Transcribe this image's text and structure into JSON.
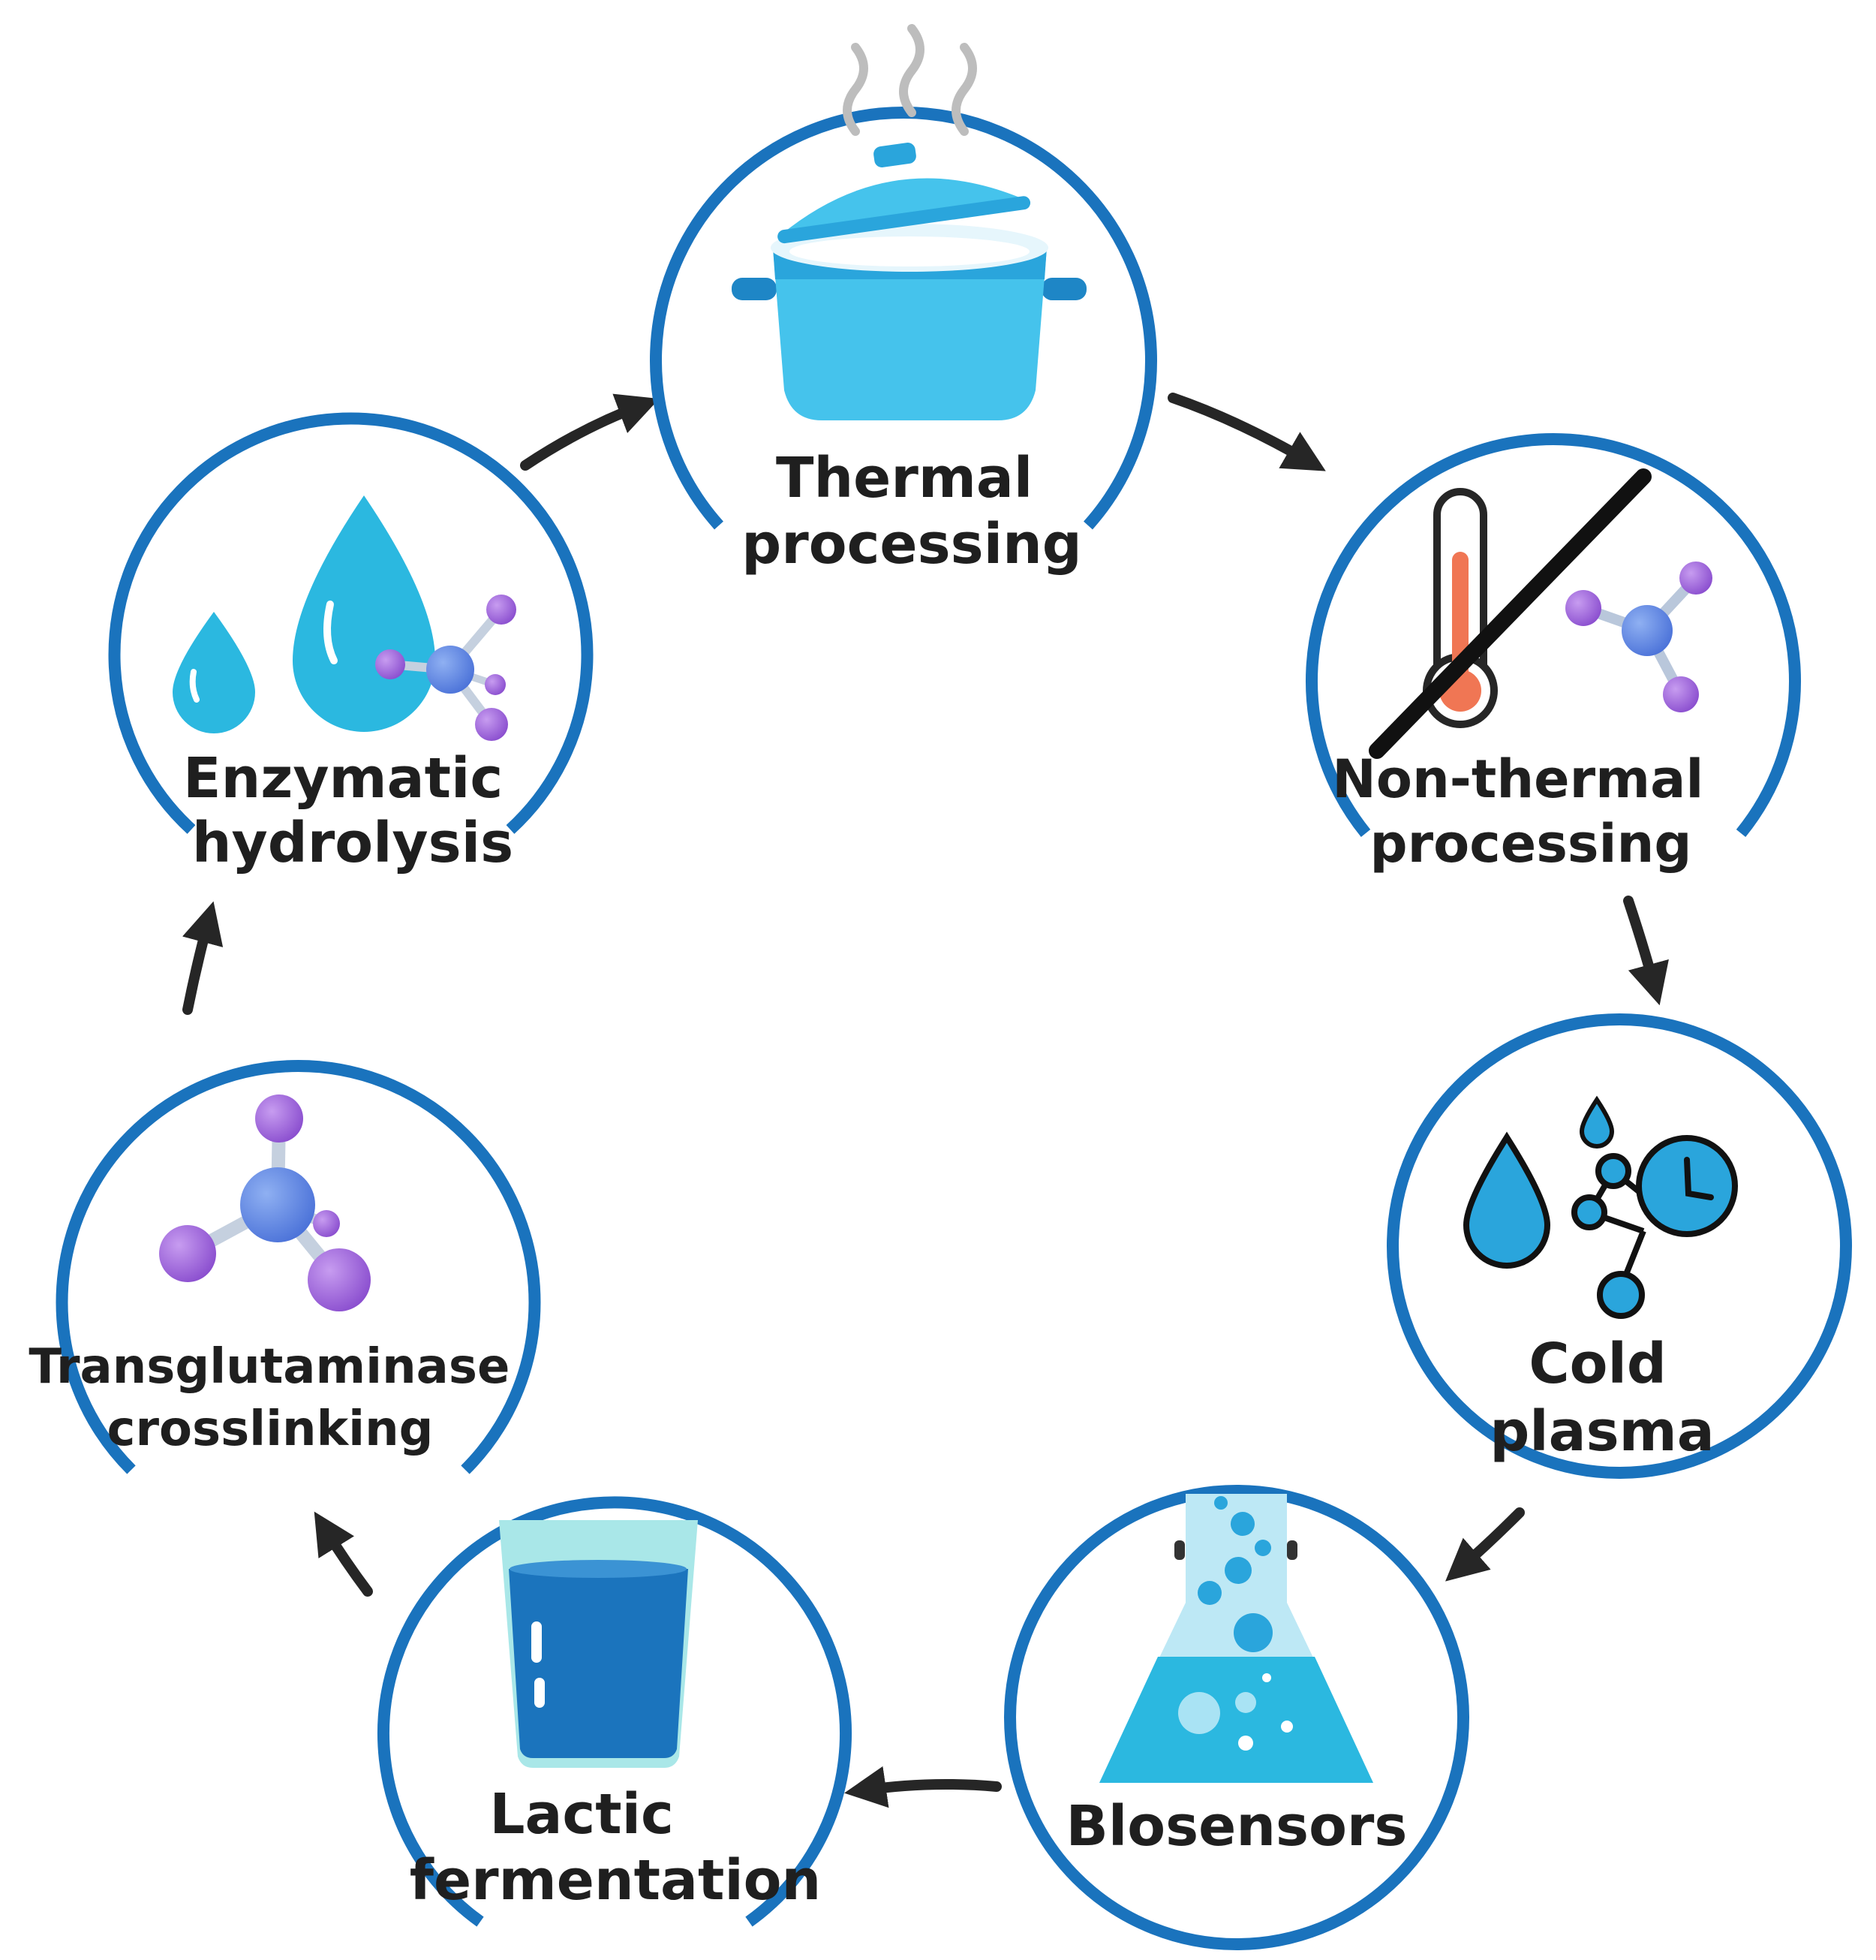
{
  "nodes": [
    {
      "id": "thermal",
      "lines": [
        "Thermal",
        "processing"
      ]
    },
    {
      "id": "non-thermal",
      "lines": [
        "Non-thermal",
        "processing"
      ]
    },
    {
      "id": "cold-plasma",
      "lines": [
        "Cold",
        "plasma"
      ]
    },
    {
      "id": "biosensors",
      "lines": [
        "Blosensors"
      ]
    },
    {
      "id": "lactic",
      "lines": [
        "Lactic",
        "fermentation"
      ]
    },
    {
      "id": "transglutaminase",
      "lines": [
        "Transglutaminase",
        "crosslinking"
      ]
    },
    {
      "id": "enzymatic",
      "lines": [
        "Enzymatic",
        "hydrolysis"
      ]
    }
  ],
  "cycle_order": [
    "thermal",
    "non-thermal",
    "cold-plasma",
    "biosensors",
    "lactic",
    "transglutaminase",
    "enzymatic"
  ],
  "colors": {
    "ring": "#1a73bd",
    "arrow": "#262626",
    "text": "#1f1f1f",
    "light_blue": "#45c3ec",
    "mid_blue": "#2aa5dc",
    "dark_blue": "#1b74bd",
    "purple": "#9c5fd6",
    "flask_liquid": "#2bb8e0",
    "thermometer_red": "#f07654"
  },
  "icons": {
    "thermal": "cooking-pot-icon",
    "non-thermal": "crossed-thermometer-icon",
    "cold-plasma": "droplet-molecule-icon",
    "biosensors": "flask-icon",
    "lactic": "glass-icon",
    "transglutaminase": "molecule-icon",
    "enzymatic": "water-drops-icon"
  }
}
